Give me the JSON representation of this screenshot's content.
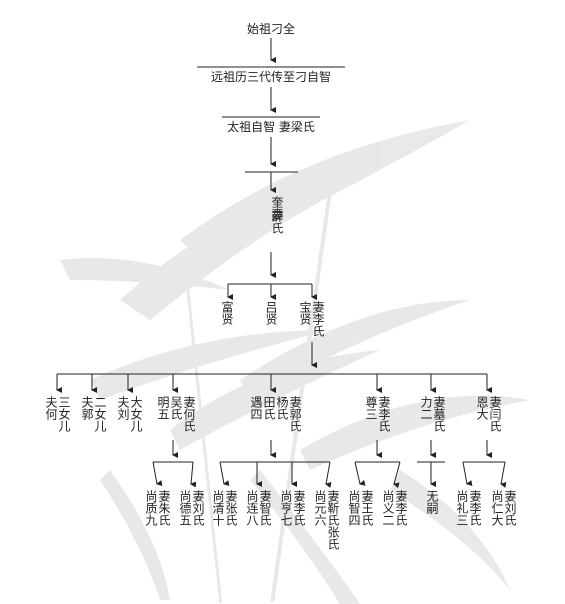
{
  "top": {
    "ancestor": "始祖刁全",
    "lineage": "远祖历三代传至刁自智",
    "great": "太祖自智  妻梁氏"
  },
  "gen4": {
    "col_a": "奎妻",
    "col_b": "薛氏"
  },
  "gen5": [
    {
      "name": "富贤"
    },
    {
      "name": "吕贤"
    },
    {
      "col_a": "宝贤",
      "col_b": "妻李氏"
    }
  ],
  "gen6": [
    {
      "col_a": "夫何",
      "col_b": "三女儿"
    },
    {
      "col_a": "夫郭",
      "col_b": "二女儿"
    },
    {
      "col_a": "夫刘",
      "col_b": "大女儿"
    },
    {
      "col_a": "明五",
      "col_b": "吴氏",
      "col_c": "妻何氏"
    },
    {
      "col_a": "遇四",
      "col_b": "田氏",
      "col_c": "杨氏",
      "col_d": "妻郭氏"
    },
    {
      "col_a": "尊三",
      "col_b": "妻李氏"
    },
    {
      "col_a": "力二",
      "col_b": "妻墓氏"
    },
    {
      "col_a": "恩大",
      "col_b": "妻闫氏"
    }
  ],
  "gen7": [
    {
      "col_a": "尚质九",
      "col_b": "妻朱氏"
    },
    {
      "col_a": "尚德五",
      "col_b": "妻刘氏"
    },
    {
      "col_a": "尚清十",
      "col_b": "妻张氏"
    },
    {
      "col_a": "尚连八",
      "col_b": "妻智氏"
    },
    {
      "col_a": "尚亨七",
      "col_b": "妻李氏"
    },
    {
      "col_a": "尚元六",
      "col_b": "妻靳氏张氏"
    },
    {
      "col_a": "尚智四",
      "col_b": "妻王氏"
    },
    {
      "col_a": "尚义二",
      "col_b": "妻李氏"
    },
    {
      "col_a": "无嗣"
    },
    {
      "col_a": "尚礼三",
      "col_b": "妻李氏"
    },
    {
      "col_a": "尚仁大",
      "col_b": "妻刘氏"
    }
  ],
  "colors": {
    "line": "#222222",
    "text": "#222222",
    "leaf": "#cfd3cf"
  }
}
